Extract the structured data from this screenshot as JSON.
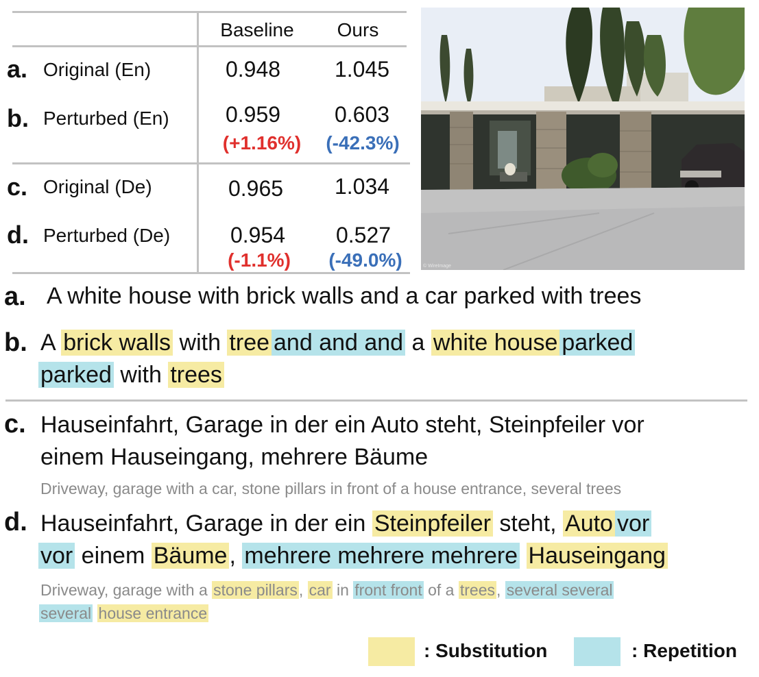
{
  "table": {
    "columns": [
      "Baseline",
      "Ours"
    ],
    "rows": [
      {
        "key": "a.",
        "label": "Original (En)",
        "baseline": "0.948",
        "ours": "1.045",
        "baseline_delta": "",
        "ours_delta": ""
      },
      {
        "key": "b.",
        "label": "Perturbed (En)",
        "baseline": "0.959",
        "ours": "0.603",
        "baseline_delta": "(+1.16%)",
        "ours_delta": "(-42.3%)"
      },
      {
        "key": "c.",
        "label": "Original (De)",
        "baseline": "0.965",
        "ours": "1.034",
        "baseline_delta": "",
        "ours_delta": ""
      },
      {
        "key": "d.",
        "label": "Perturbed (De)",
        "baseline": "0.954",
        "ours": "0.527",
        "baseline_delta": "(-1.1%)",
        "ours_delta": "(-49.0%)"
      }
    ],
    "colors": {
      "increase": "#e0302d",
      "decrease": "#3a6fb8"
    }
  },
  "image": {
    "watermark": "© WireImage"
  },
  "captions": {
    "a": {
      "key": "a.",
      "text": "A white house with brick walls and a car parked with trees"
    },
    "b": {
      "key": "b.",
      "line1": [
        {
          "t": "A ",
          "m": ""
        },
        {
          "t": "brick walls",
          "m": "sub"
        },
        {
          "t": " with ",
          "m": ""
        },
        {
          "t": "tree",
          "m": "sub"
        },
        {
          "t": "and and and",
          "m": "rep"
        },
        {
          "t": " a ",
          "m": ""
        },
        {
          "t": "white house",
          "m": "sub"
        },
        {
          "t": "parked",
          "m": "rep"
        }
      ],
      "line2": [
        {
          "t": "parked",
          "m": "rep"
        },
        {
          "t": " with ",
          "m": ""
        },
        {
          "t": "trees",
          "m": "sub"
        }
      ]
    },
    "c": {
      "key": "c.",
      "line1": "Hauseinfahrt, Garage in der ein Auto steht, Steinpfeiler vor",
      "line2": "einem Hauseingang, mehrere Bäume",
      "translation": "Driveway, garage with a car, stone pillars in front of a house entrance, several trees"
    },
    "d": {
      "key": "d.",
      "line1": [
        {
          "t": "Hauseinfahrt, Garage in der ein ",
          "m": ""
        },
        {
          "t": "Steinpfeiler",
          "m": "sub"
        },
        {
          "t": " steht, ",
          "m": ""
        },
        {
          "t": "Auto",
          "m": "sub"
        },
        {
          "t": "vor",
          "m": "rep"
        }
      ],
      "line2": [
        {
          "t": "vor",
          "m": "rep"
        },
        {
          "t": " einem ",
          "m": ""
        },
        {
          "t": "Bäume",
          "m": "sub"
        },
        {
          "t": ", ",
          "m": ""
        },
        {
          "t": "mehrere mehrere mehrere",
          "m": "rep"
        },
        {
          "t": " ",
          "m": ""
        },
        {
          "t": "Hauseingang",
          "m": "sub"
        }
      ],
      "trans1": [
        {
          "t": "Driveway, garage with a ",
          "m": ""
        },
        {
          "t": "stone pillars",
          "m": "sub"
        },
        {
          "t": ", ",
          "m": ""
        },
        {
          "t": "car",
          "m": "sub"
        },
        {
          "t": " in ",
          "m": ""
        },
        {
          "t": "front front",
          "m": "rep"
        },
        {
          "t": " of a ",
          "m": ""
        },
        {
          "t": "trees",
          "m": "sub"
        },
        {
          "t": ", ",
          "m": ""
        },
        {
          "t": "several several",
          "m": "rep"
        }
      ],
      "trans2": [
        {
          "t": "several",
          "m": "rep"
        },
        {
          "t": " ",
          "m": ""
        },
        {
          "t": "house entrance",
          "m": "sub"
        }
      ]
    }
  },
  "legend": {
    "substitution": ": Substitution",
    "repetition": ": Repetition",
    "colors": {
      "substitution": "#f6eba3",
      "repetition": "#b5e3ea"
    }
  }
}
